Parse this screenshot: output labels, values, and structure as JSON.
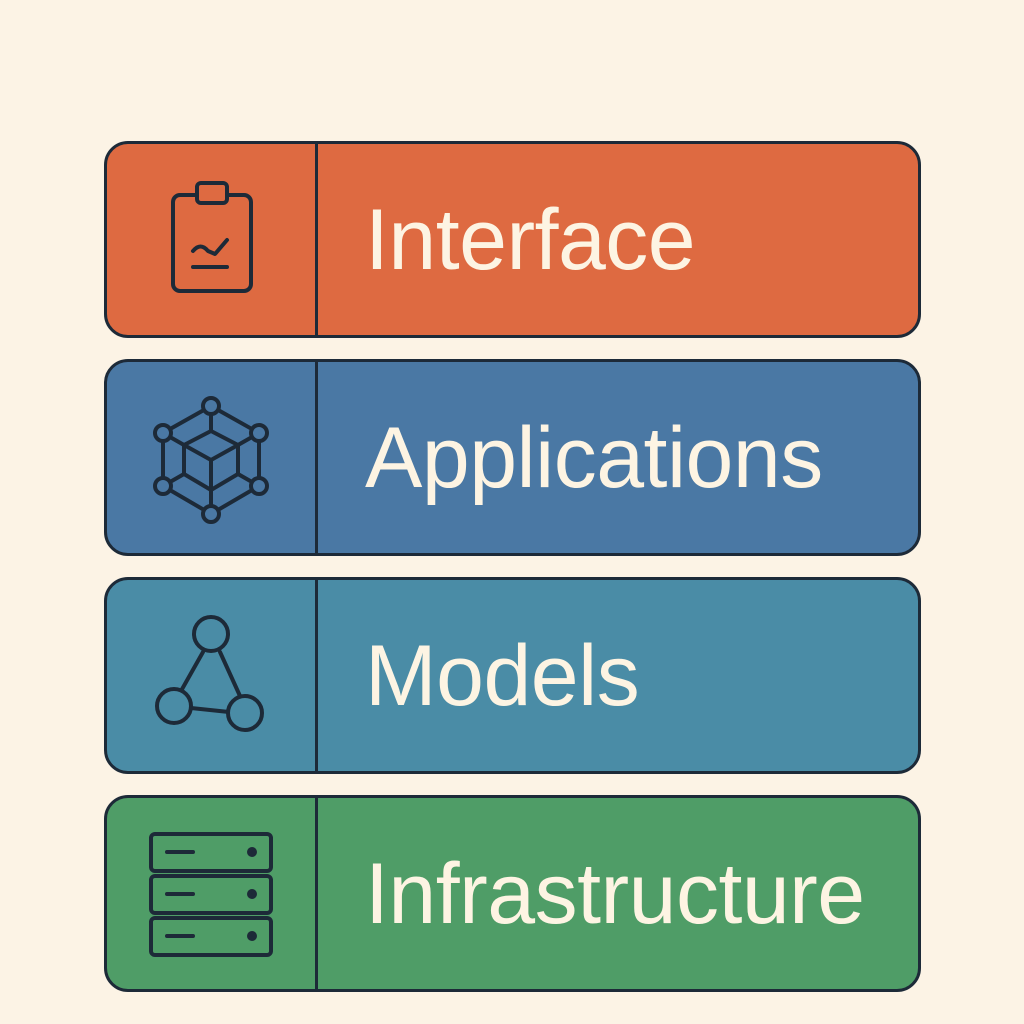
{
  "background": "#fcf3e5",
  "outline_color": "#1d2a38",
  "text_color": "#fdf4e3",
  "layers": [
    {
      "label": "Interface",
      "icon": "clipboard-check-icon",
      "color": "#de6a41"
    },
    {
      "label": "Applications",
      "icon": "cube-network-icon",
      "color": "#4a78a4"
    },
    {
      "label": "Models",
      "icon": "node-graph-icon",
      "color": "#4a8ca6"
    },
    {
      "label": "Infrastructure",
      "icon": "server-rack-icon",
      "color": "#4f9d67"
    }
  ]
}
